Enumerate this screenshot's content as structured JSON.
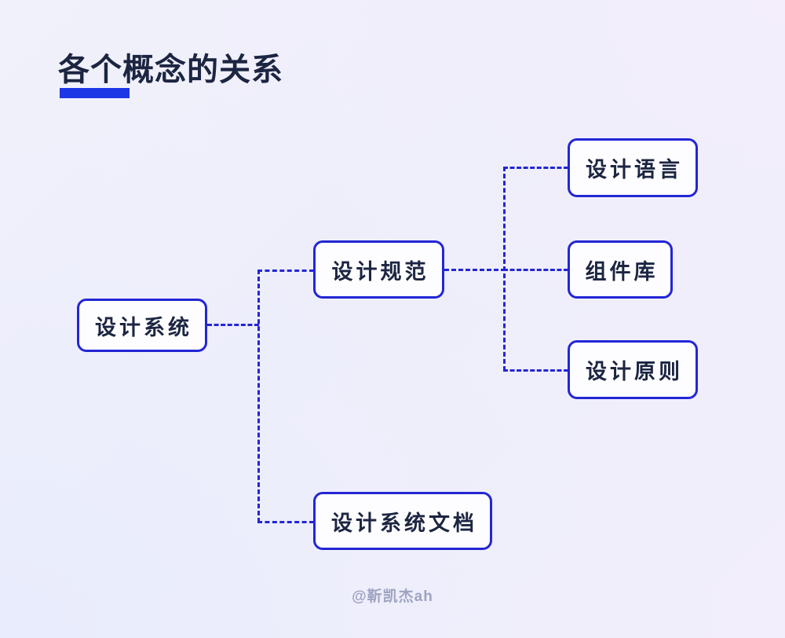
{
  "page": {
    "title": "各个概念的关系",
    "watermark": "@靳凯杰ah",
    "colors": {
      "background_start": "#f1f1fb",
      "background_end": "#f2eefb",
      "node_border": "#2326d4",
      "node_fill": "#fdfdff",
      "connector": "#2326d4",
      "title_text": "#1c2541",
      "title_underline": "#1d36e6",
      "watermark_text": "#9fa3c0"
    }
  },
  "diagram": {
    "type": "tree",
    "root": "设计系统",
    "nodes": [
      {
        "id": "design-system",
        "label": "设计系统",
        "level": 0
      },
      {
        "id": "design-spec",
        "label": "设计规范",
        "level": 1
      },
      {
        "id": "design-doc",
        "label": "设计系统文档",
        "level": 1
      },
      {
        "id": "design-language",
        "label": "设计语言",
        "level": 2
      },
      {
        "id": "component-lib",
        "label": "组件库",
        "level": 2
      },
      {
        "id": "design-principle",
        "label": "设计原则",
        "level": 2
      }
    ],
    "edges": [
      {
        "from": "design-system",
        "to": "design-spec"
      },
      {
        "from": "design-system",
        "to": "design-doc"
      },
      {
        "from": "design-spec",
        "to": "design-language"
      },
      {
        "from": "design-spec",
        "to": "component-lib"
      },
      {
        "from": "design-spec",
        "to": "design-principle"
      }
    ]
  }
}
